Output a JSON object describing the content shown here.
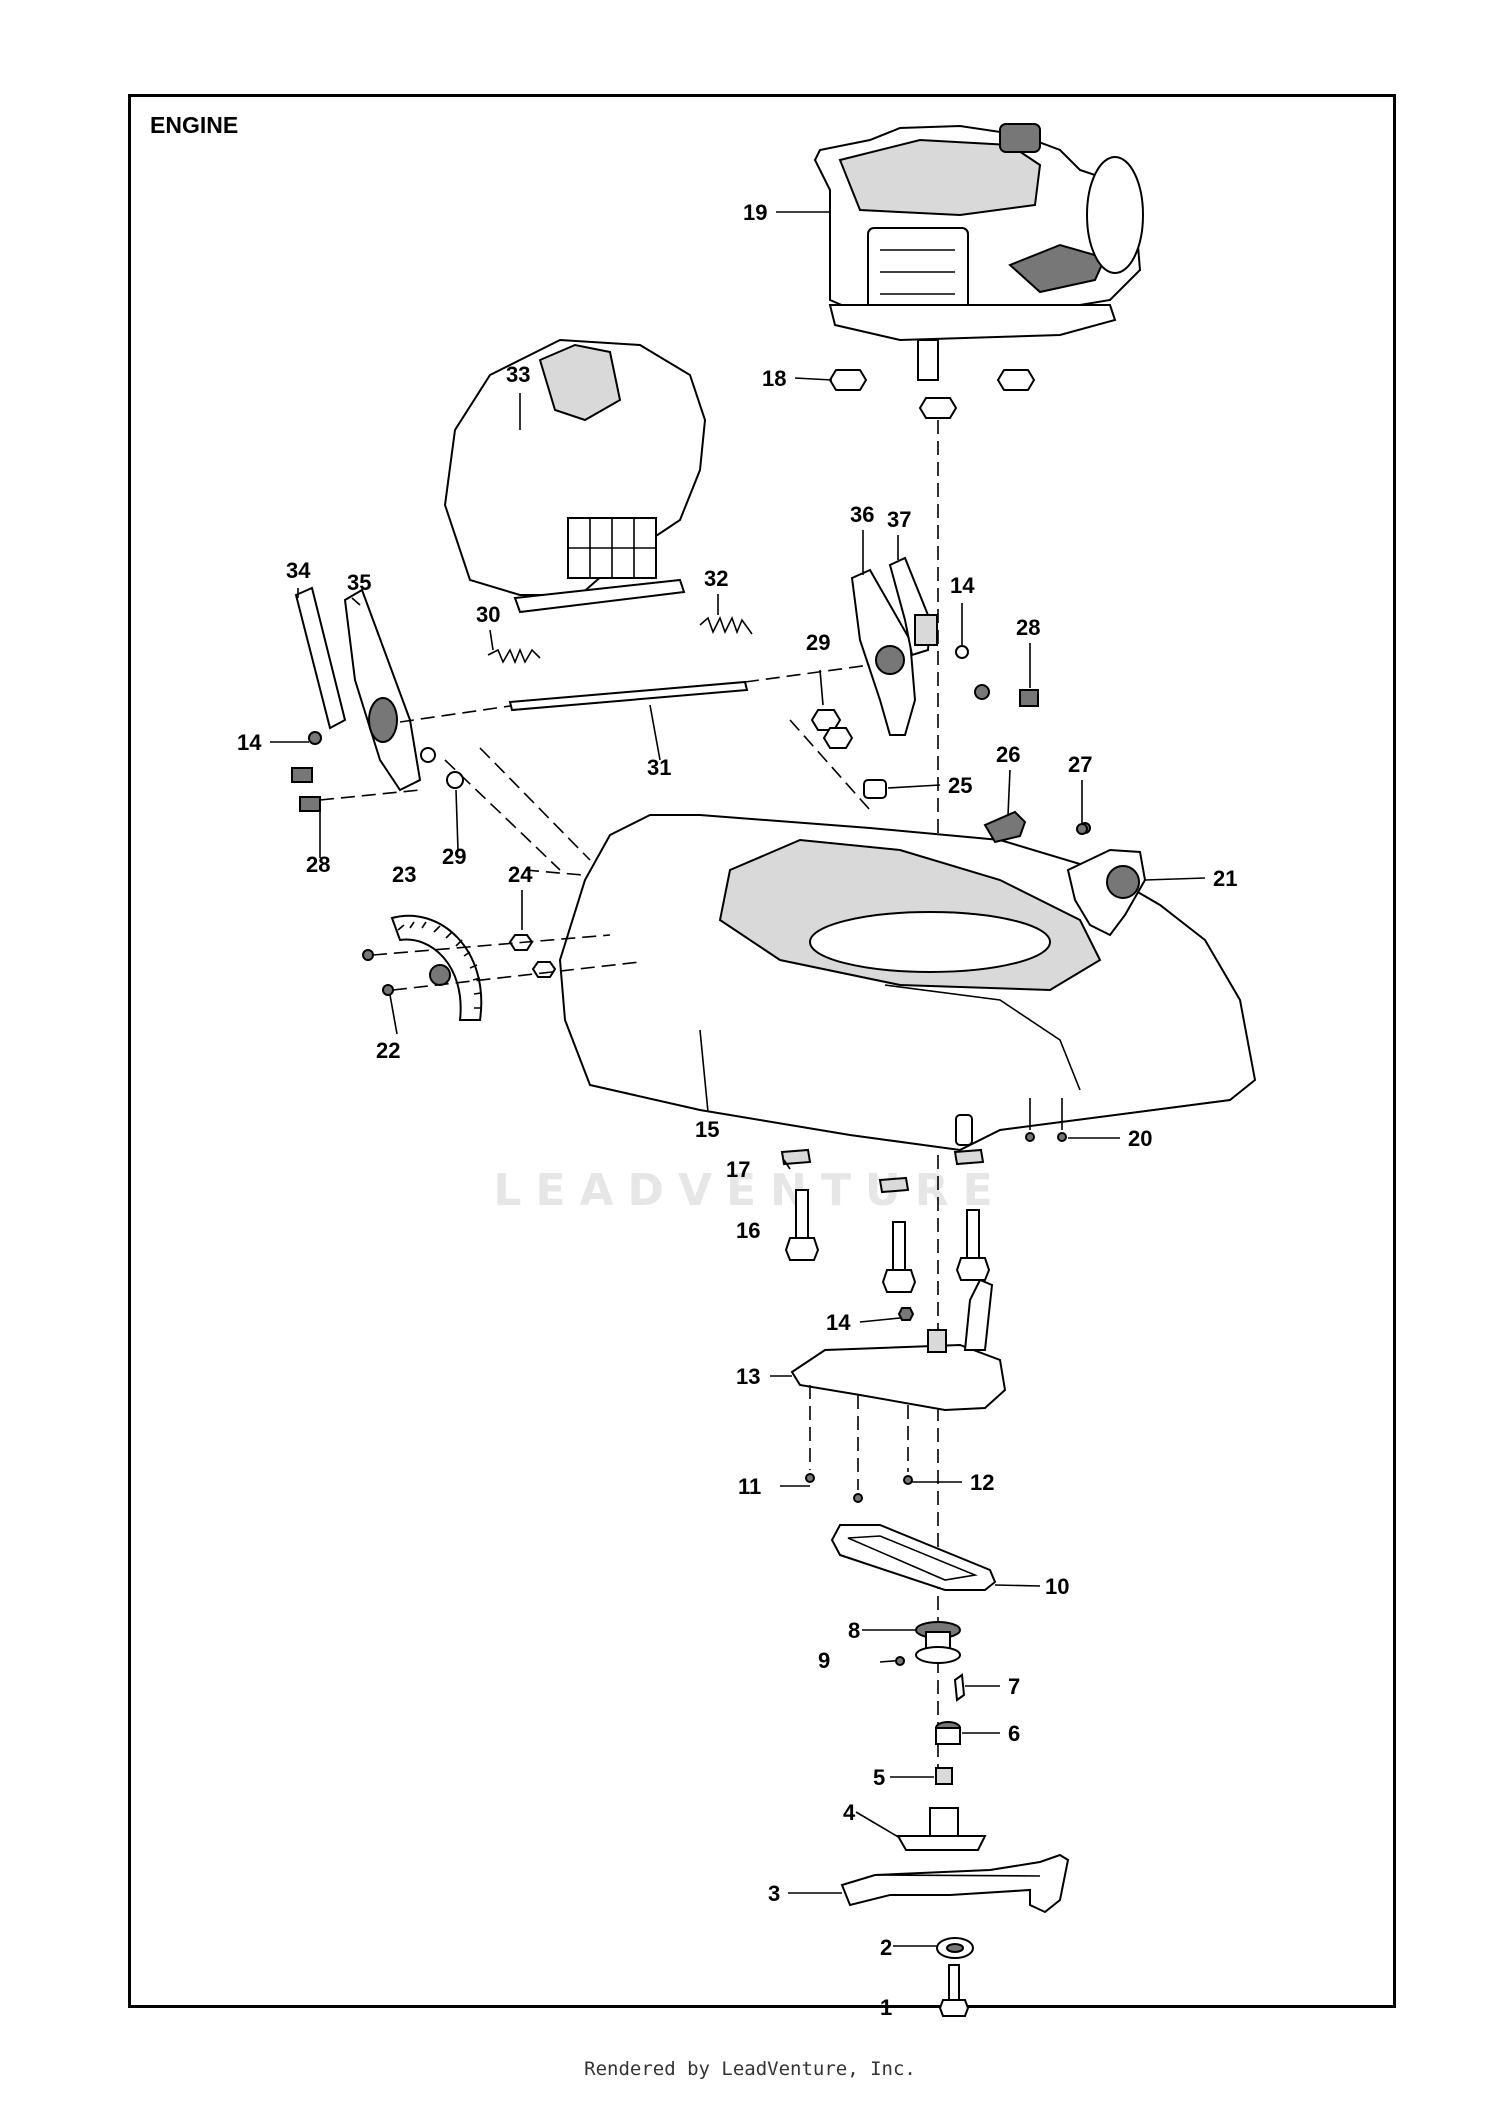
{
  "title": "ENGINE",
  "watermark": "LEADVENTURE",
  "footer": "Rendered by LeadVenture, Inc.",
  "callouts": [
    "1",
    "2",
    "3",
    "4",
    "5",
    "6",
    "7",
    "8",
    "9",
    "10",
    "11",
    "12",
    "13",
    "14",
    "14",
    "14",
    "15",
    "16",
    "17",
    "18",
    "19",
    "20",
    "21",
    "22",
    "23",
    "24",
    "25",
    "26",
    "27",
    "28",
    "28",
    "29",
    "29",
    "30",
    "31",
    "32",
    "33",
    "34",
    "35",
    "36",
    "37"
  ]
}
